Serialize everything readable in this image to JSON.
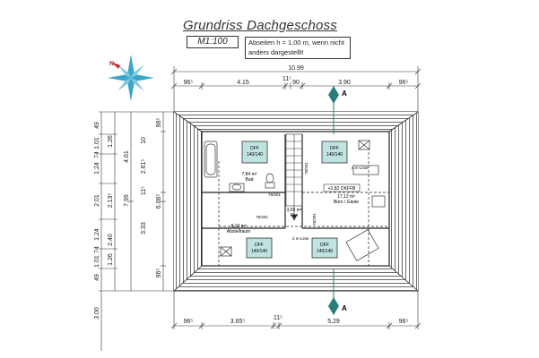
{
  "title": "Grundriss Dachgeschoss",
  "scale": "M1:100",
  "note_line1": "Abseiten h = 1,00 m, wenn nicht",
  "note_line2": "anders dargestellt!",
  "top_dims": {
    "total": "10.99",
    "segments": [
      "96⁵",
      "4.15",
      "11⁵",
      "90",
      "3.90",
      "96⁵"
    ]
  },
  "bottom_dims": {
    "segments": [
      "96⁵",
      "3.65⁵",
      "11⁵",
      "5.29",
      "96⁵"
    ]
  },
  "left_dims": {
    "col_a": [
      "49",
      "1.01",
      "74",
      "1.24",
      "2.01",
      "1.24",
      "74",
      "1.01",
      "49"
    ],
    "col_b": [
      "1.26",
      "2.13⁵",
      "2.40",
      "1.26"
    ],
    "col_c": [
      "4.61",
      "7.99"
    ],
    "col_d": [
      "96⁵",
      "10",
      "2.61⁵",
      "11⁵",
      "6.06⁵",
      "3.33",
      "96⁵"
    ],
    "below": "3.00"
  },
  "rooms": {
    "bad": {
      "area": "7,84 m²",
      "name": "Bad"
    },
    "flur": {
      "area": "3,69 m²",
      "name": "Flur"
    },
    "abstell": {
      "area": "8,10 m²",
      "name": "Abstellraum"
    },
    "buero": {
      "area": "17,12 m²",
      "name": "Büro / Gäste"
    }
  },
  "windows": {
    "label1": "DFF",
    "label2": "140/140"
  },
  "doors": {
    "d1": "76/201",
    "d2": "76/201",
    "d3": "76/201",
    "d4": "76/201"
  },
  "lines": {
    "ml1": "2 m-Linie",
    "ml2": "2 m-Linie"
  },
  "okffb": "+2,82 OKFFB",
  "section_marker": "A",
  "colors": {
    "window_fill": "#bfe3e0",
    "roof_hatch": "#555555",
    "compass_blue": "#3aa6c8",
    "compass_red": "#c0282c"
  }
}
